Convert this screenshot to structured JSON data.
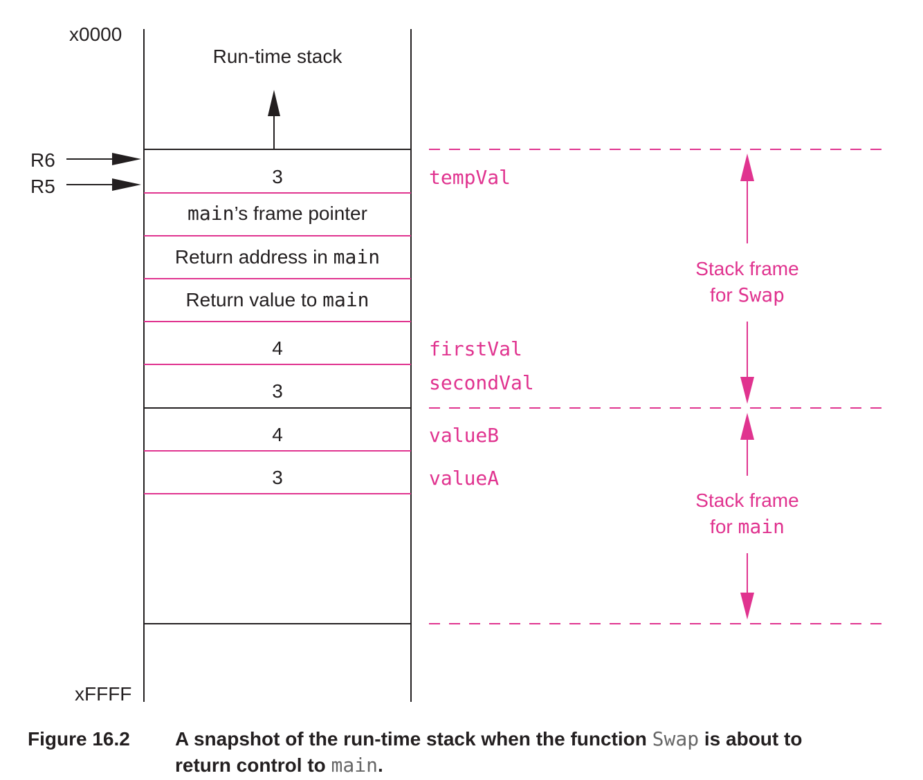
{
  "diagram": {
    "address_top": "x0000",
    "address_bottom": "xFFFF",
    "stack_title": "Run-time stack",
    "registers": [
      {
        "name": "R6"
      },
      {
        "name": "R5"
      }
    ],
    "cells": [
      {
        "value": "3",
        "var": "tempVal"
      },
      {
        "prefix_mono": "main",
        "text": "’s frame pointer"
      },
      {
        "text": "Return address in ",
        "suffix_mono": "main"
      },
      {
        "text": "Return value to ",
        "suffix_mono": "main"
      },
      {
        "value": "4",
        "var": "firstVal"
      },
      {
        "value": "3",
        "var": "secondVal"
      },
      {
        "value": "4",
        "var": "valueB"
      },
      {
        "value": "3",
        "var": "valueA"
      }
    ],
    "frames": [
      {
        "line1": "Stack frame",
        "line2_text": "for ",
        "line2_mono": "Swap"
      },
      {
        "line1": "Stack frame",
        "line2_text": "for ",
        "line2_mono": "main"
      }
    ],
    "colors": {
      "accent": "#e0338f",
      "ink": "#231f20"
    }
  },
  "caption": {
    "label": "Figure 16.2",
    "text1": "A snapshot of the run-time stack when the function ",
    "code1": "Swap",
    "text2": " is about to",
    "text3": "return control to ",
    "code2": "main",
    "text4": "."
  }
}
